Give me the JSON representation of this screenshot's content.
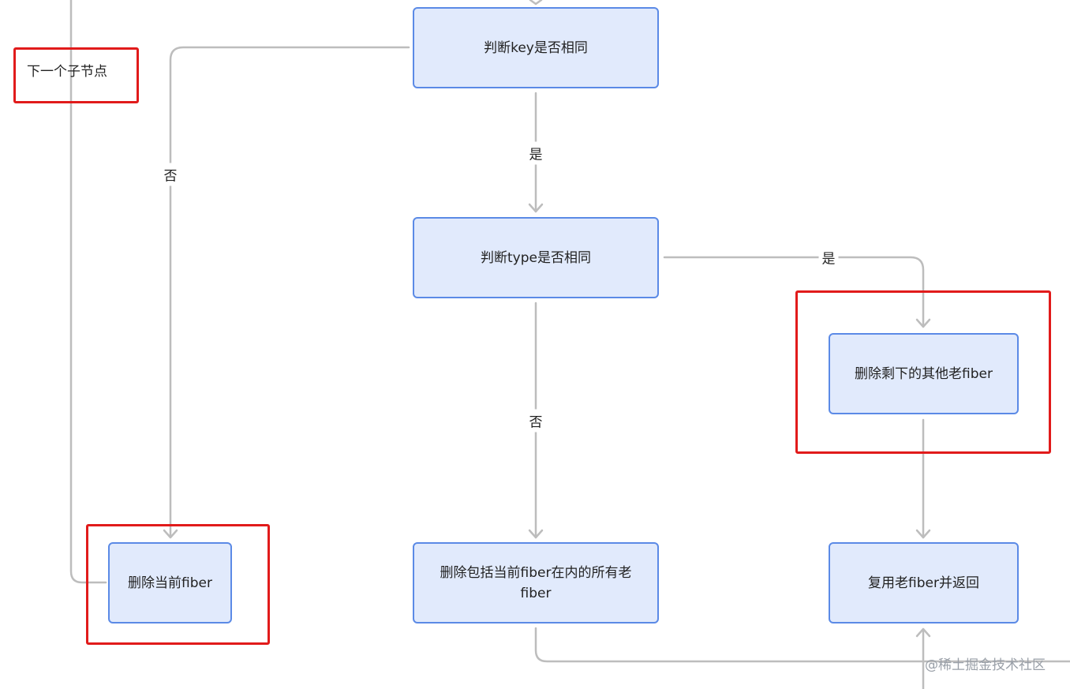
{
  "nodes": {
    "key_check": "判断key是否相同",
    "type_check": "判断type是否相同",
    "delete_rest": "删除剩下的其他老fiber",
    "delete_current": "删除当前fiber",
    "delete_all": "删除包括当前fiber在内的所有老fiber",
    "reuse": "复用老fiber并返回"
  },
  "edge_labels": {
    "key_yes": "是",
    "key_no": "否",
    "type_yes": "是",
    "type_no": "否"
  },
  "note": "下一个子节点",
  "watermark": "@稀土掘金技术社区",
  "colors": {
    "node_fill": "#e1eafc",
    "node_border": "#5b8ae6",
    "connector": "#bdbdbd",
    "highlight": "#e11b1b"
  }
}
